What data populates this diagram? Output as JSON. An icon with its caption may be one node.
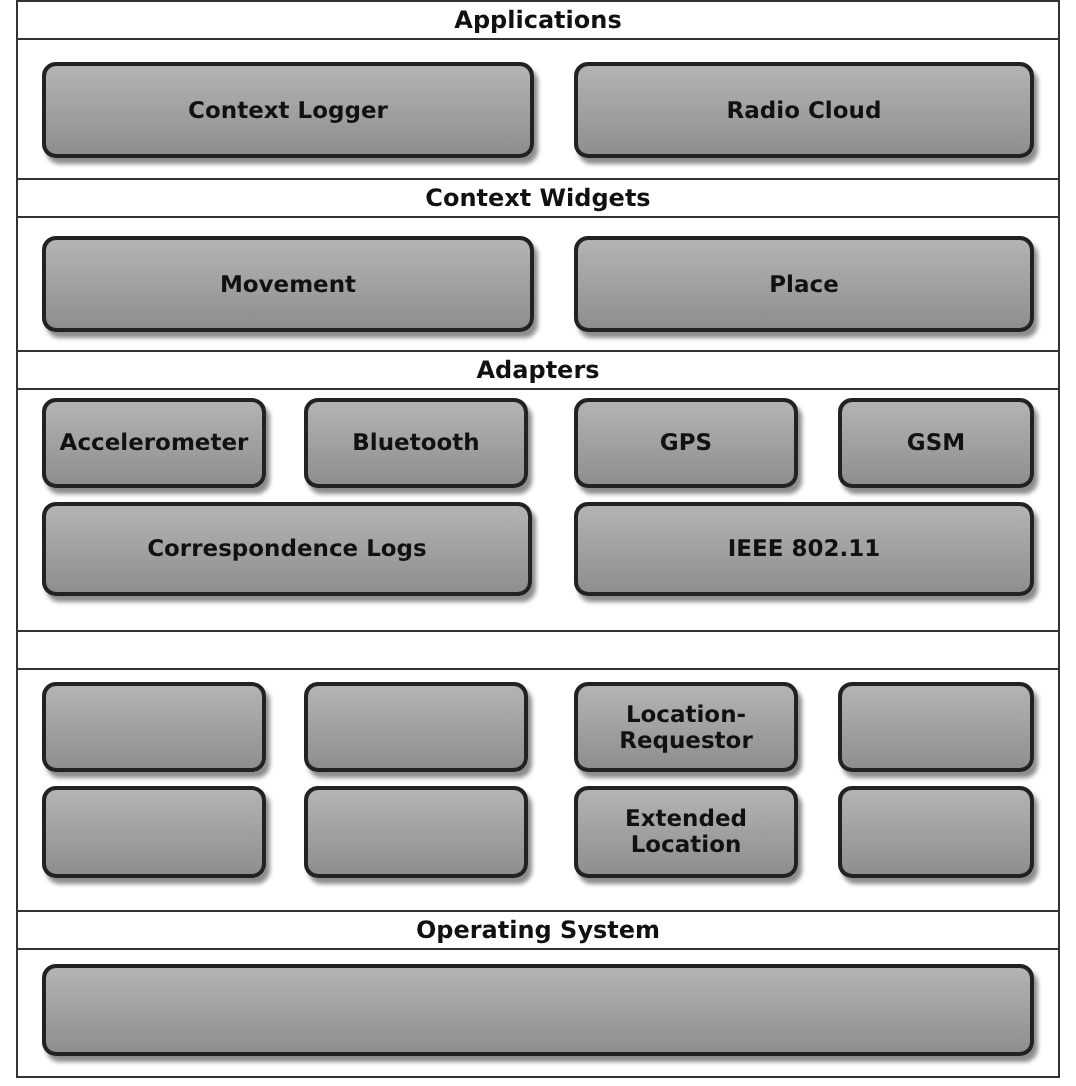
{
  "diagram": {
    "nodes": [
      {
        "text": [
          "Applications"
        ]
      },
      {
        "text": [
          "Context Logger"
        ],
        "in": 0
      },
      {
        "text": [
          "Radio Cloud"
        ],
        "in": 0
      },
      {
        "text": [
          "Context Widgets"
        ]
      },
      {
        "text": [
          "Movement"
        ],
        "in": 3
      },
      {
        "text": [
          "Place"
        ],
        "in": 3
      },
      {
        "text": [
          "Adapters"
        ]
      },
      {
        "text": [
          "Accelerometer"
        ],
        "in": 6
      },
      {
        "text": [
          "Bluetooth"
        ],
        "in": 6
      },
      {
        "text": [
          "GPS"
        ],
        "in": 6
      },
      {
        "text": [
          "GSM"
        ],
        "in": 6
      },
      {
        "text": [
          "Correspondence Logs"
        ],
        "in": 6
      },
      {
        "text": [
          "IEEE 802.11"
        ],
        "in": 6
      },
      {
        "text": [],
        "shape": "box"
      },
      {
        "text": [],
        "shape": "box",
        "in": 13
      },
      {
        "text": [],
        "shape": "box",
        "in": 13
      },
      {
        "text": [
          "Location-Requestor"
        ],
        "in": 13
      },
      {
        "text": [],
        "shape": "box",
        "in": 13
      },
      {
        "text": [],
        "shape": "box",
        "in": 13
      },
      {
        "text": [],
        "shape": "box",
        "in": 13
      },
      {
        "text": [
          "Extended Location"
        ],
        "in": 13
      },
      {
        "text": [],
        "shape": "box",
        "in": 13
      },
      {
        "text": [
          "Operating System"
        ]
      },
      {
        "text": [],
        "shape": "box",
        "in": 22
      }
    ]
  }
}
